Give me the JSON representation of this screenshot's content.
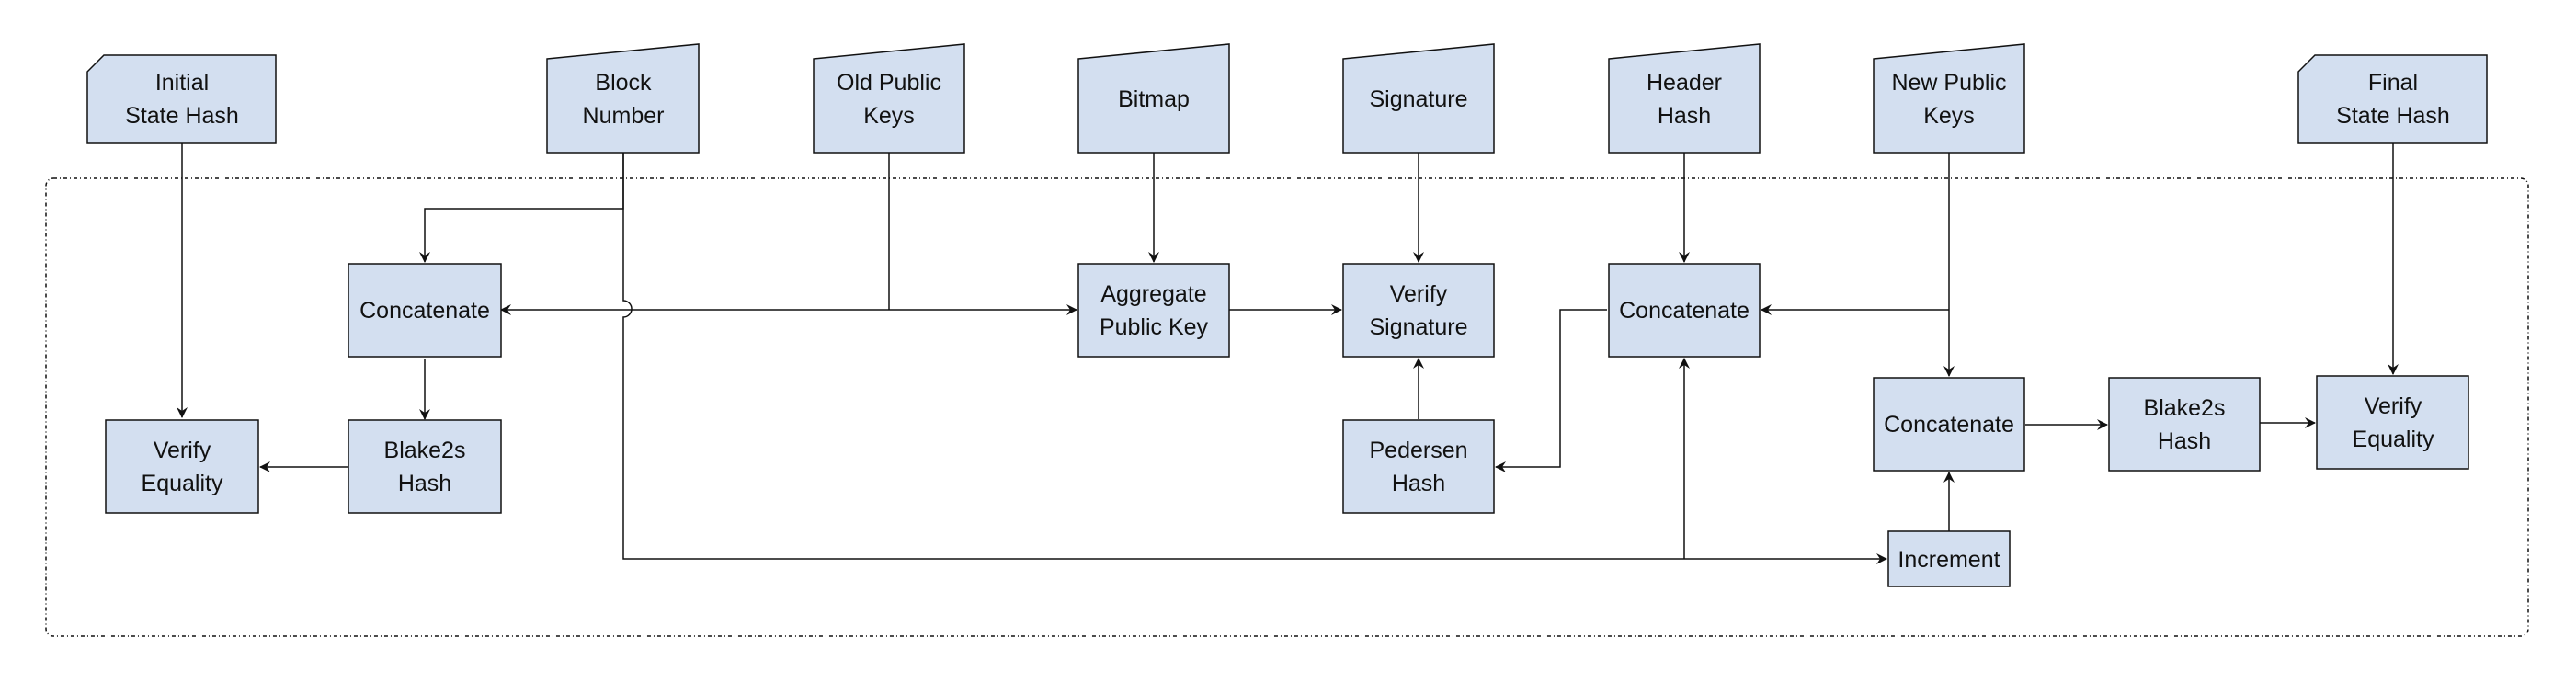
{
  "colors": {
    "node_fill": "#d3dff0",
    "stroke": "#111111",
    "background": "#ffffff"
  },
  "inputs": {
    "initial_state_hash": [
      "Initial",
      "State Hash"
    ],
    "block_number": [
      "Block",
      "Number"
    ],
    "old_public_keys": [
      "Old Public",
      "Keys"
    ],
    "bitmap": [
      "Bitmap"
    ],
    "signature": [
      "Signature"
    ],
    "header_hash": [
      "Header",
      "Hash"
    ],
    "new_public_keys": [
      "New Public",
      "Keys"
    ],
    "final_state_hash": [
      "Final",
      "State Hash"
    ]
  },
  "nodes": {
    "concatenate_1": [
      "Concatenate"
    ],
    "blake2s_hash_1": [
      "Blake2s",
      "Hash"
    ],
    "verify_equality_1": [
      "Verify",
      "Equality"
    ],
    "aggregate_public_key": [
      "Aggregate",
      "Public Key"
    ],
    "verify_signature": [
      "Verify",
      "Signature"
    ],
    "pedersen_hash": [
      "Pedersen",
      "Hash"
    ],
    "concatenate_2": [
      "Concatenate"
    ],
    "concatenate_3": [
      "Concatenate"
    ],
    "increment": [
      "Increment"
    ],
    "blake2s_hash_2": [
      "Blake2s",
      "Hash"
    ],
    "verify_equality_2": [
      "Verify",
      "Equality"
    ]
  }
}
